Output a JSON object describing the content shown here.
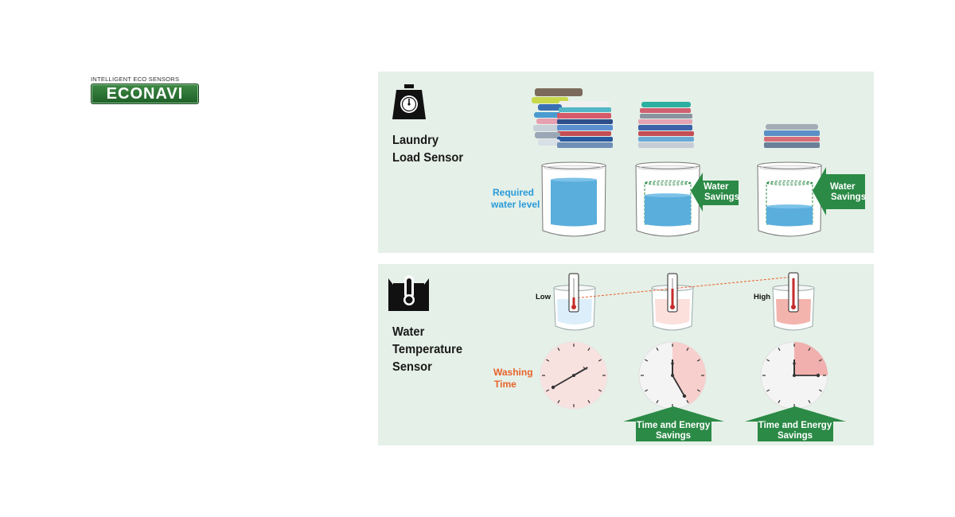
{
  "logo": {
    "tagline": "INTELLIGENT ECO SENSORS",
    "brand": "ECONAVI"
  },
  "load_sensor": {
    "title_line1": "Laundry",
    "title_line2": "Load Sensor",
    "icon": "scale-icon",
    "water_label_line1": "Required",
    "water_label_line2": "water level",
    "savings_line1": "Water",
    "savings_line2": "Savings",
    "water_level": [
      1.0,
      0.65,
      0.4
    ]
  },
  "temp_sensor": {
    "title_line1": "Water",
    "title_line2": "Temperature",
    "title_line3": "Sensor",
    "icon": "thermometer-tub-icon",
    "low_label": "Low",
    "high_label": "High",
    "time_label_line1": "Washing",
    "time_label_line2": "Time",
    "savings_line1": "Time and Energy",
    "savings_line2": "Savings"
  },
  "colors": {
    "panel_bg": "#e5f0e8",
    "water_blue": "#5aaedc",
    "savings_green": "#2b8a46",
    "washing_time_orange": "#e8622b",
    "water_label_blue": "#2a9ad8",
    "hot_pink": "#f1b0ad"
  }
}
